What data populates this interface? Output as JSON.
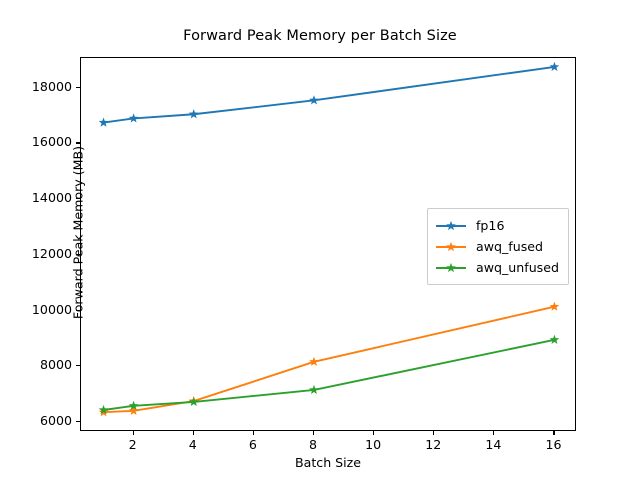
{
  "chart_data": {
    "type": "line",
    "title": "Forward Peak Memory per Batch Size",
    "xlabel": "Batch Size",
    "ylabel": "Forward Peak Memory (MB)",
    "x": [
      1,
      2,
      4,
      8,
      16
    ],
    "xlim": [
      0.25,
      16.75
    ],
    "ylim": [
      5640,
      19070
    ],
    "xticks": [
      2,
      4,
      6,
      8,
      10,
      12,
      14,
      16
    ],
    "xtick_labels": [
      "2",
      "4",
      "6",
      "8",
      "10",
      "12",
      "14",
      "16"
    ],
    "yticks": [
      6000,
      8000,
      10000,
      12000,
      14000,
      16000,
      18000
    ],
    "ytick_labels": [
      "6000",
      "8000",
      "10000",
      "12000",
      "14000",
      "16000",
      "18000"
    ],
    "grid": false,
    "legend_position": "center right",
    "marker": "star",
    "series": [
      {
        "name": "fp16",
        "color": "#1f77b4",
        "values": [
          16750,
          16900,
          17050,
          17550,
          18750
        ]
      },
      {
        "name": "awq_fused",
        "color": "#ff7f0e",
        "values": [
          6350,
          6400,
          6750,
          8160,
          10140
        ]
      },
      {
        "name": "awq_unfused",
        "color": "#2ca02c",
        "values": [
          6430,
          6580,
          6720,
          7150,
          8950
        ]
      }
    ]
  },
  "legend": {
    "entries": [
      {
        "label": "fp16"
      },
      {
        "label": "awq_fused"
      },
      {
        "label": "awq_unfused"
      }
    ]
  }
}
